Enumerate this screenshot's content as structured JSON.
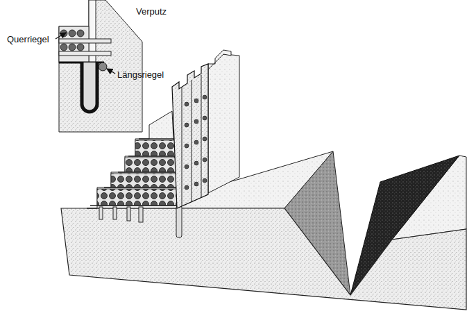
{
  "diagram": {
    "labels": [
      "Verputz",
      "Querriegel",
      "Längsriegel"
    ]
  }
}
